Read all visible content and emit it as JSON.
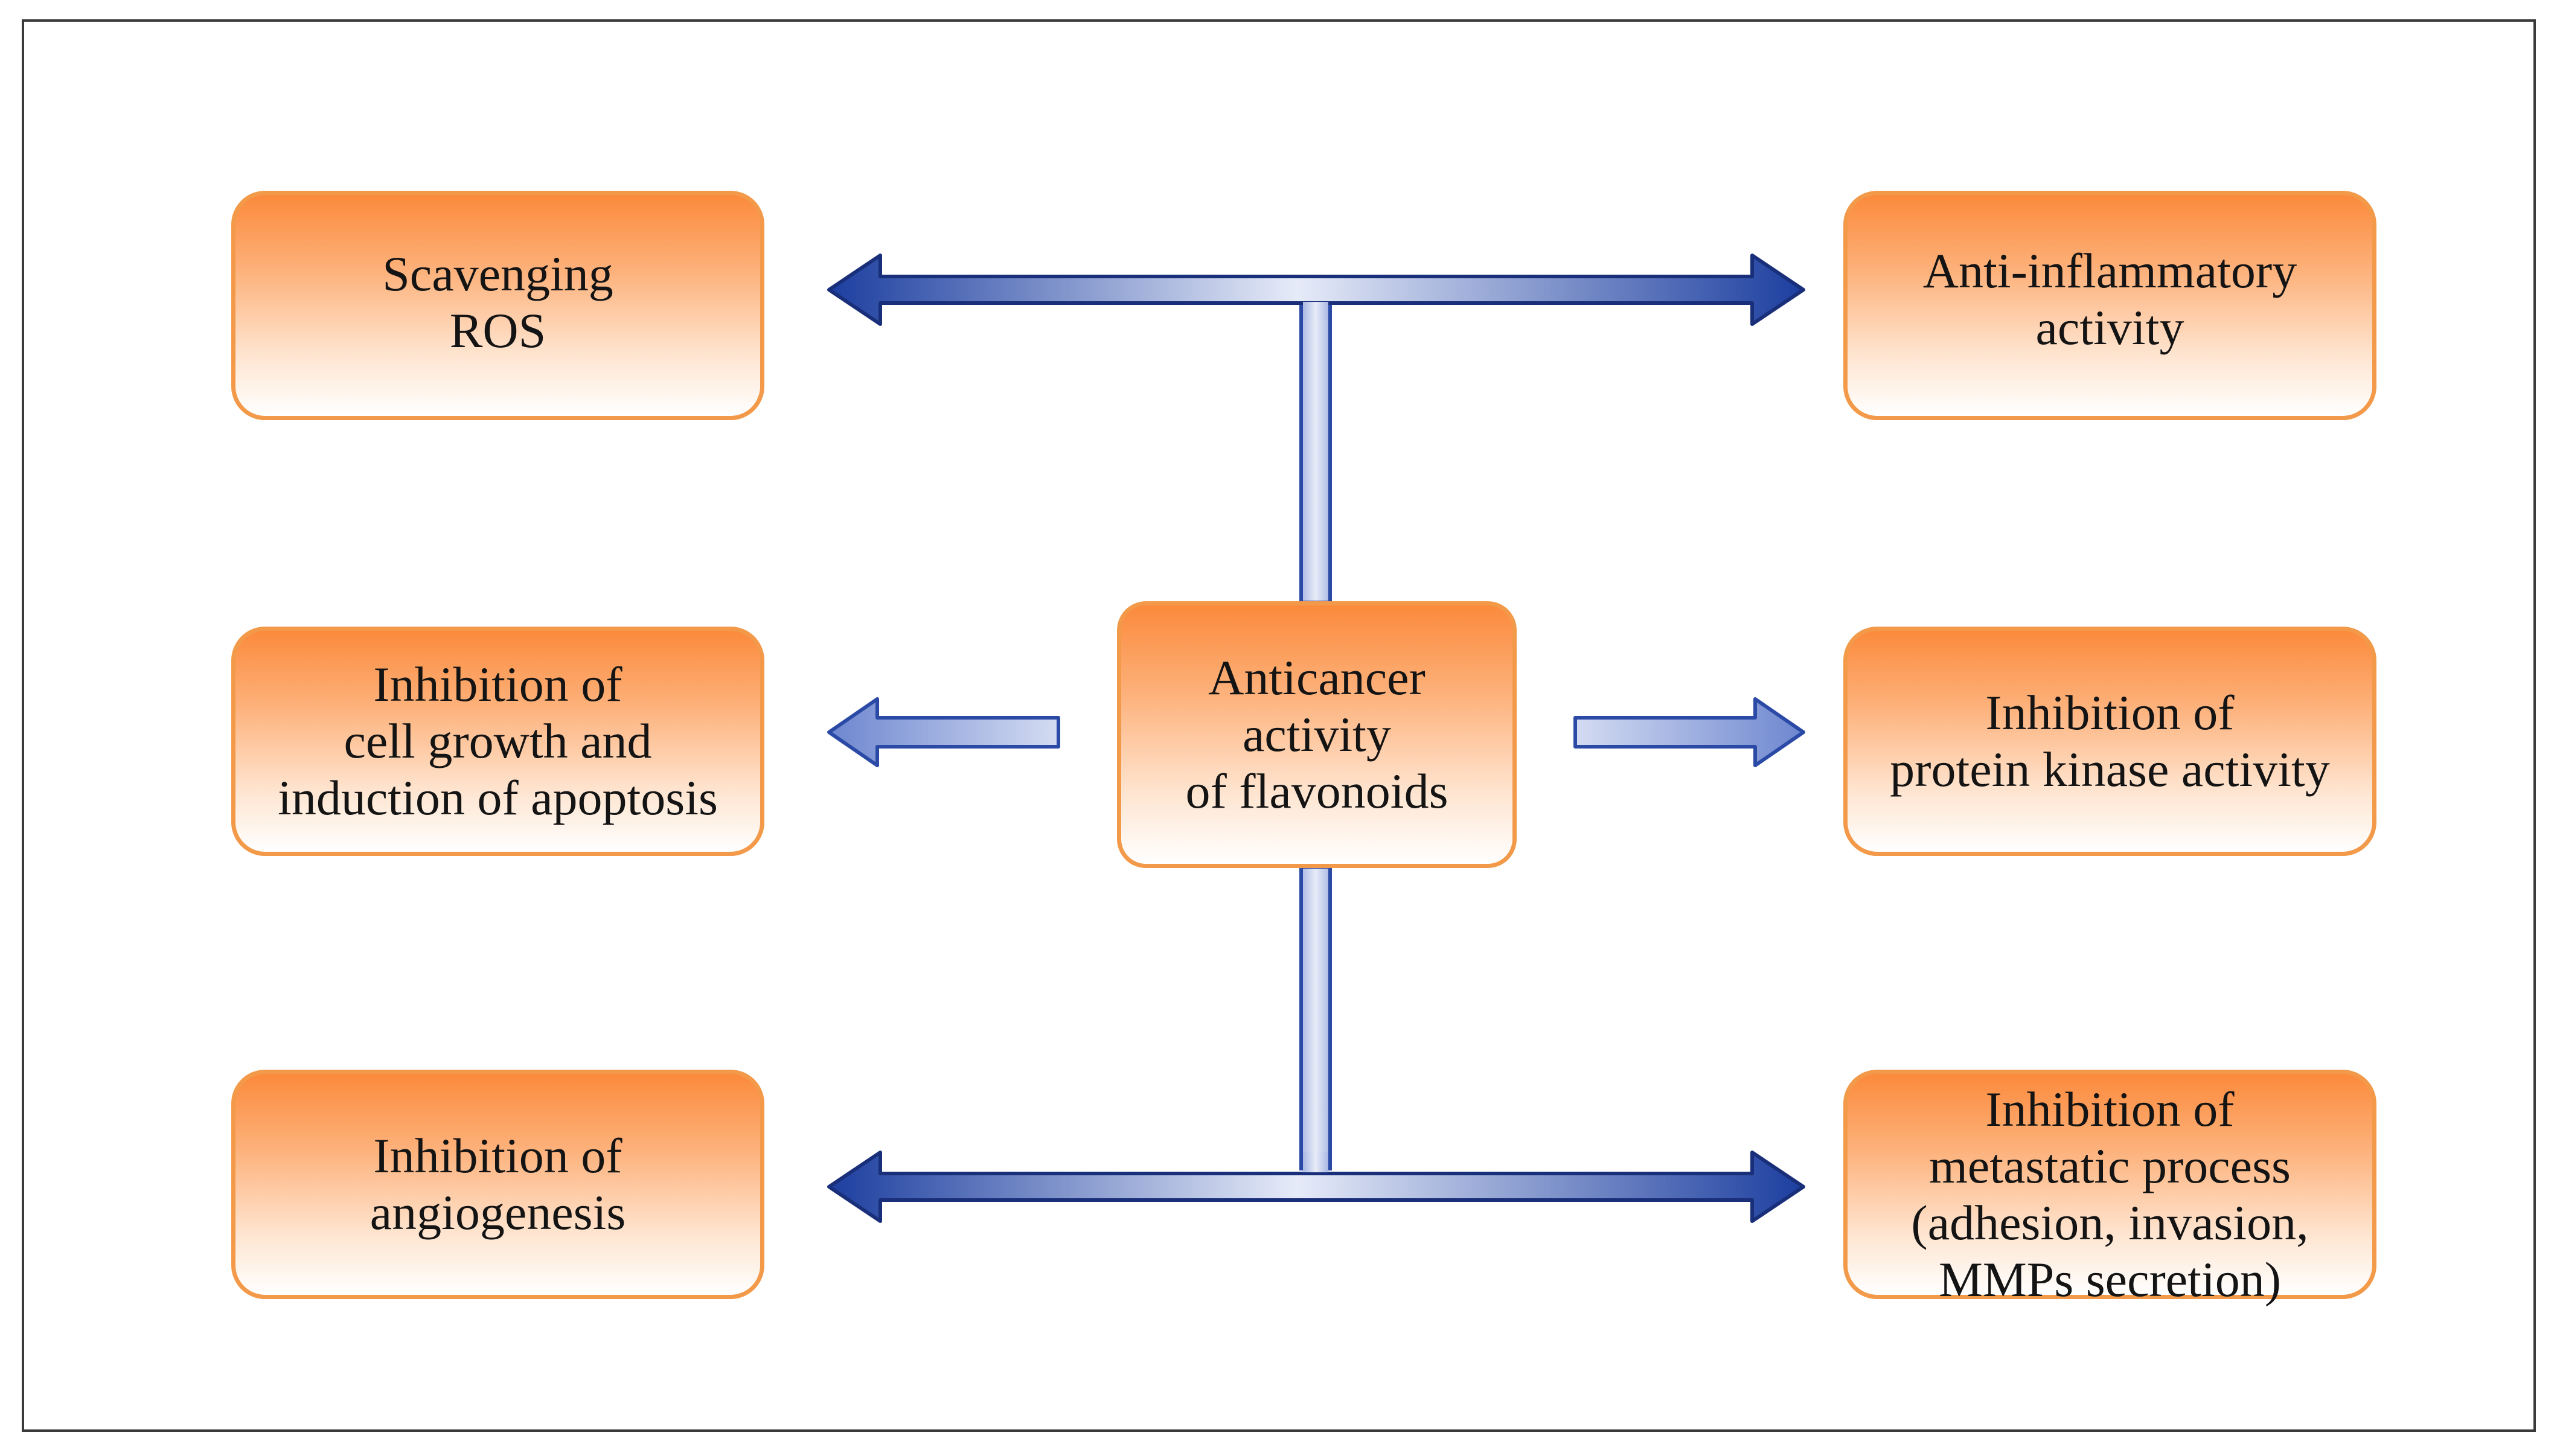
{
  "diagram": {
    "center": {
      "lines": [
        "Anticancer",
        "activity",
        "of flavonoids"
      ]
    },
    "effects": [
      {
        "id": "scavenging-ros",
        "lines": [
          "Scavenging",
          "ROS"
        ]
      },
      {
        "id": "anti-inflammatory",
        "lines": [
          "Anti-inflammatory",
          "activity"
        ]
      },
      {
        "id": "cell-growth",
        "lines": [
          "Inhibition of",
          "cell growth and",
          "induction of apoptosis"
        ]
      },
      {
        "id": "protein-kinase",
        "lines": [
          "Inhibition of",
          "protein kinase activity"
        ]
      },
      {
        "id": "angiogenesis",
        "lines": [
          "Inhibition of",
          "angiogenesis"
        ]
      },
      {
        "id": "metastatic",
        "lines": [
          "Inhibition of",
          "metastatic process",
          "(adhesion, invasion,",
          "MMPs secretion)"
        ]
      }
    ],
    "colors": {
      "box_border": "#f39a4a",
      "box_top": "#fb8a3c",
      "box_bottom": "#ffffff",
      "arrow_dark": "#1e3f9c",
      "arrow_light": "#e4e9f7",
      "frame_border": "#3a3a3a"
    }
  }
}
